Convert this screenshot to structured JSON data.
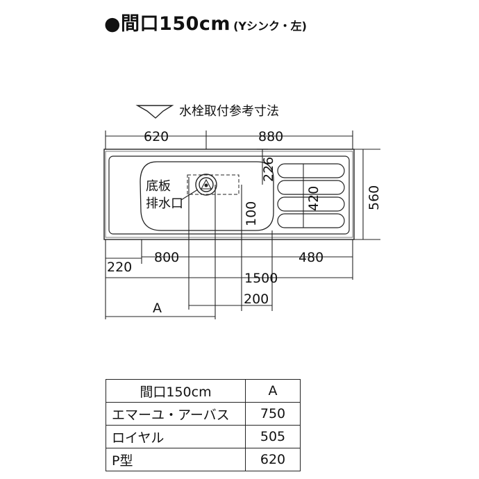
{
  "title": {
    "main": "●間口150cm",
    "sub": "(Yシンク・左)"
  },
  "note": "水栓取付参考寸法",
  "dims": {
    "d620": "620",
    "d880": "880",
    "d226": "226",
    "d420": "420",
    "d560": "560",
    "d100": "100",
    "d220": "220",
    "d800": "800",
    "d480": "480",
    "d1500": "1500",
    "d200": "200",
    "dA": "A"
  },
  "labels": {
    "drain_line1": "底板",
    "drain_line2": "排水口"
  },
  "table": {
    "header": [
      "間口150cm",
      "A"
    ],
    "rows": [
      {
        "name": "エマーユ・アーバス",
        "value": "750"
      },
      {
        "name": "ロイヤル",
        "value": "505"
      },
      {
        "name": "P型",
        "value": "620"
      }
    ]
  }
}
